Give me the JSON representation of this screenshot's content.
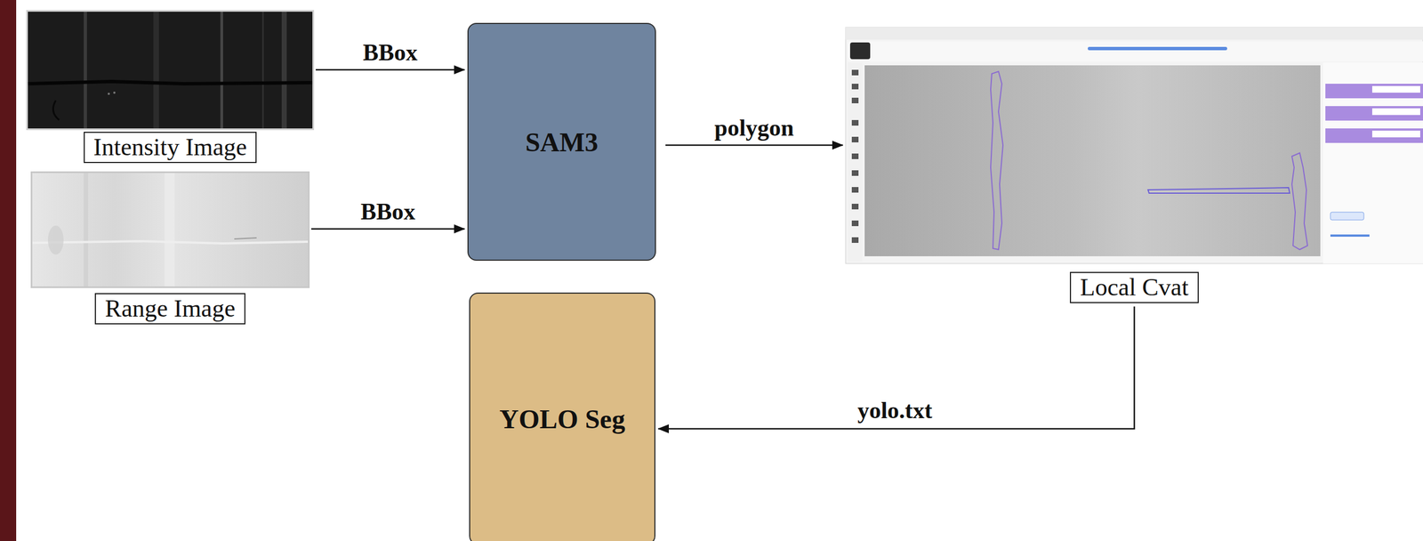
{
  "diagram": {
    "nodes": [
      {
        "text": [
          "Intensity Image"
        ]
      },
      {
        "text": [
          "Range Image"
        ]
      },
      {
        "text": [
          "SAM3"
        ]
      },
      {
        "text": [
          "Local Cvat"
        ]
      },
      {
        "text": [
          "YOLO Seg"
        ]
      }
    ],
    "edges": [
      {
        "from": 0,
        "to": 2,
        "label": "BBox",
        "arrow": "to"
      },
      {
        "from": 1,
        "to": 2,
        "label": "BBox",
        "arrow": "to"
      },
      {
        "from": 2,
        "to": 3,
        "label": "polygon",
        "arrow": "to"
      },
      {
        "from": 3,
        "to": 4,
        "label": "yolo.txt",
        "arrow": "to"
      }
    ]
  }
}
